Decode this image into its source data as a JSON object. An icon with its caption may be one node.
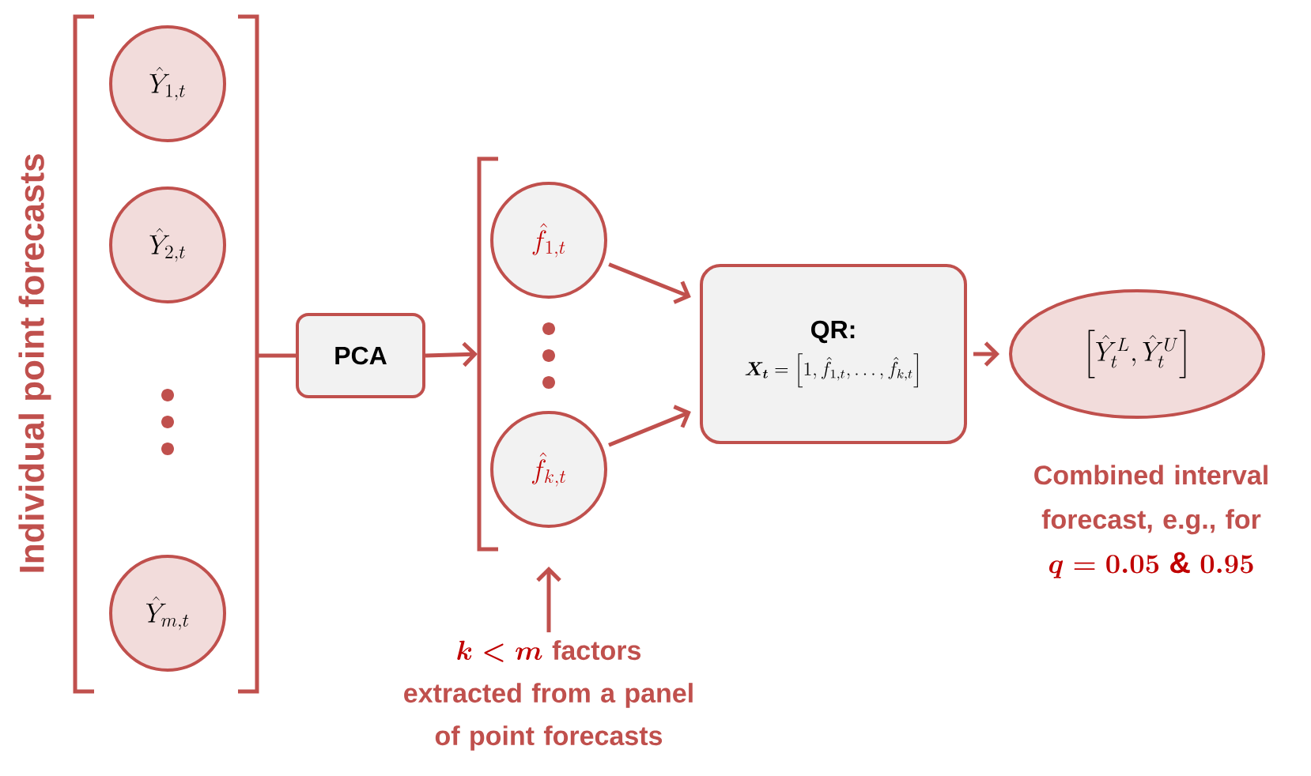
{
  "diagram": {
    "nodes": [
      {
        "text": [
          "Individual point forecasts"
        ]
      },
      {
        "text": [
          "\\hat{Y}_{1,t}"
        ],
        "in": 0
      },
      {
        "text": [
          "\\hat{Y}_{2,t}"
        ],
        "in": 0
      },
      {
        "text": [
          "\\hat{Y}_{m,t}"
        ],
        "in": 0
      },
      {
        "text": [
          "PCA"
        ]
      },
      {
        "text": [],
        "shape": "bracket"
      },
      {
        "text": [
          "\\hat{f}_{1,t}"
        ]
      },
      {
        "text": [
          "\\hat{f}_{k,t}"
        ]
      },
      {
        "text": [
          "QR:",
          "\\boldsymbol{X_t} = \\left[1, \\hat{f}_{1,t}, \\dots, \\hat{f}_{k,t}\\right]"
        ]
      },
      {
        "text": [
          "\\left[\\hat{Y}_t^{L}, \\hat{Y}_t^{U}\\right]"
        ],
        "beside": [
          "Combined interval forecast, e.g., for",
          "\\boldsymbol{q = 0.05\\ \\&\\ 0.95}"
        ]
      },
      {
        "text": [
          "\\boldsymbol{k < m}",
          "factors extracted from a panel of point forecasts"
        ]
      }
    ],
    "edges": [
      {
        "from": 0,
        "to": 4,
        "arrow": "none"
      },
      {
        "from": 4,
        "to": 5,
        "arrow": "to"
      },
      {
        "from": 6,
        "to": 8,
        "arrow": "to"
      },
      {
        "from": 7,
        "to": 8,
        "arrow": "to"
      },
      {
        "from": 8,
        "to": 9,
        "arrow": "to"
      },
      {
        "from": 10,
        "to": 5,
        "arrow": "to"
      }
    ]
  }
}
